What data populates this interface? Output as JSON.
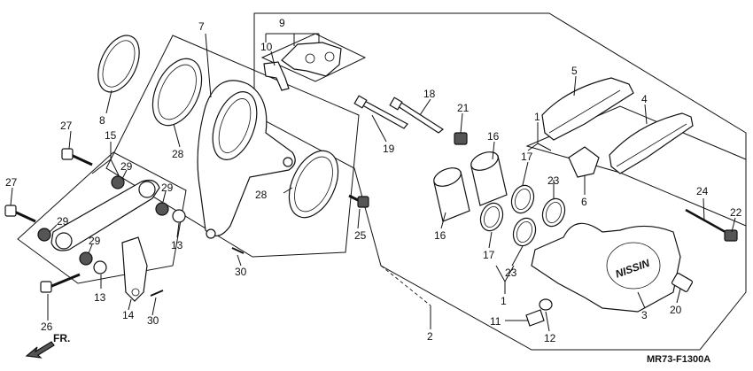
{
  "diagram": {
    "code": "MR73-F1300A",
    "direction": "FR.",
    "callouts": [
      {
        "id": "c1a",
        "text": "1"
      },
      {
        "id": "c1b",
        "text": "1"
      },
      {
        "id": "c2",
        "text": "2"
      },
      {
        "id": "c3",
        "text": "3"
      },
      {
        "id": "c4",
        "text": "4"
      },
      {
        "id": "c5",
        "text": "5"
      },
      {
        "id": "c6",
        "text": "6"
      },
      {
        "id": "c7",
        "text": "7"
      },
      {
        "id": "c8",
        "text": "8"
      },
      {
        "id": "c9",
        "text": "9"
      },
      {
        "id": "c10",
        "text": "10"
      },
      {
        "id": "c11",
        "text": "11"
      },
      {
        "id": "c12",
        "text": "12"
      },
      {
        "id": "c13a",
        "text": "13"
      },
      {
        "id": "c13b",
        "text": "13"
      },
      {
        "id": "c14",
        "text": "14"
      },
      {
        "id": "c15",
        "text": "15"
      },
      {
        "id": "c16a",
        "text": "16"
      },
      {
        "id": "c16b",
        "text": "16"
      },
      {
        "id": "c17a",
        "text": "17"
      },
      {
        "id": "c17b",
        "text": "17"
      },
      {
        "id": "c18",
        "text": "18"
      },
      {
        "id": "c19",
        "text": "19"
      },
      {
        "id": "c20",
        "text": "20"
      },
      {
        "id": "c21",
        "text": "21"
      },
      {
        "id": "c22",
        "text": "22"
      },
      {
        "id": "c23a",
        "text": "23"
      },
      {
        "id": "c23b",
        "text": "23"
      },
      {
        "id": "c24",
        "text": "24"
      },
      {
        "id": "c25",
        "text": "25"
      },
      {
        "id": "c26",
        "text": "26"
      },
      {
        "id": "c27a",
        "text": "27"
      },
      {
        "id": "c27b",
        "text": "27"
      },
      {
        "id": "c28a",
        "text": "28"
      },
      {
        "id": "c28b",
        "text": "28"
      },
      {
        "id": "c29a",
        "text": "29"
      },
      {
        "id": "c29b",
        "text": "29"
      },
      {
        "id": "c29c",
        "text": "29"
      },
      {
        "id": "c30a",
        "text": "30"
      },
      {
        "id": "c30b",
        "text": "30"
      }
    ]
  }
}
